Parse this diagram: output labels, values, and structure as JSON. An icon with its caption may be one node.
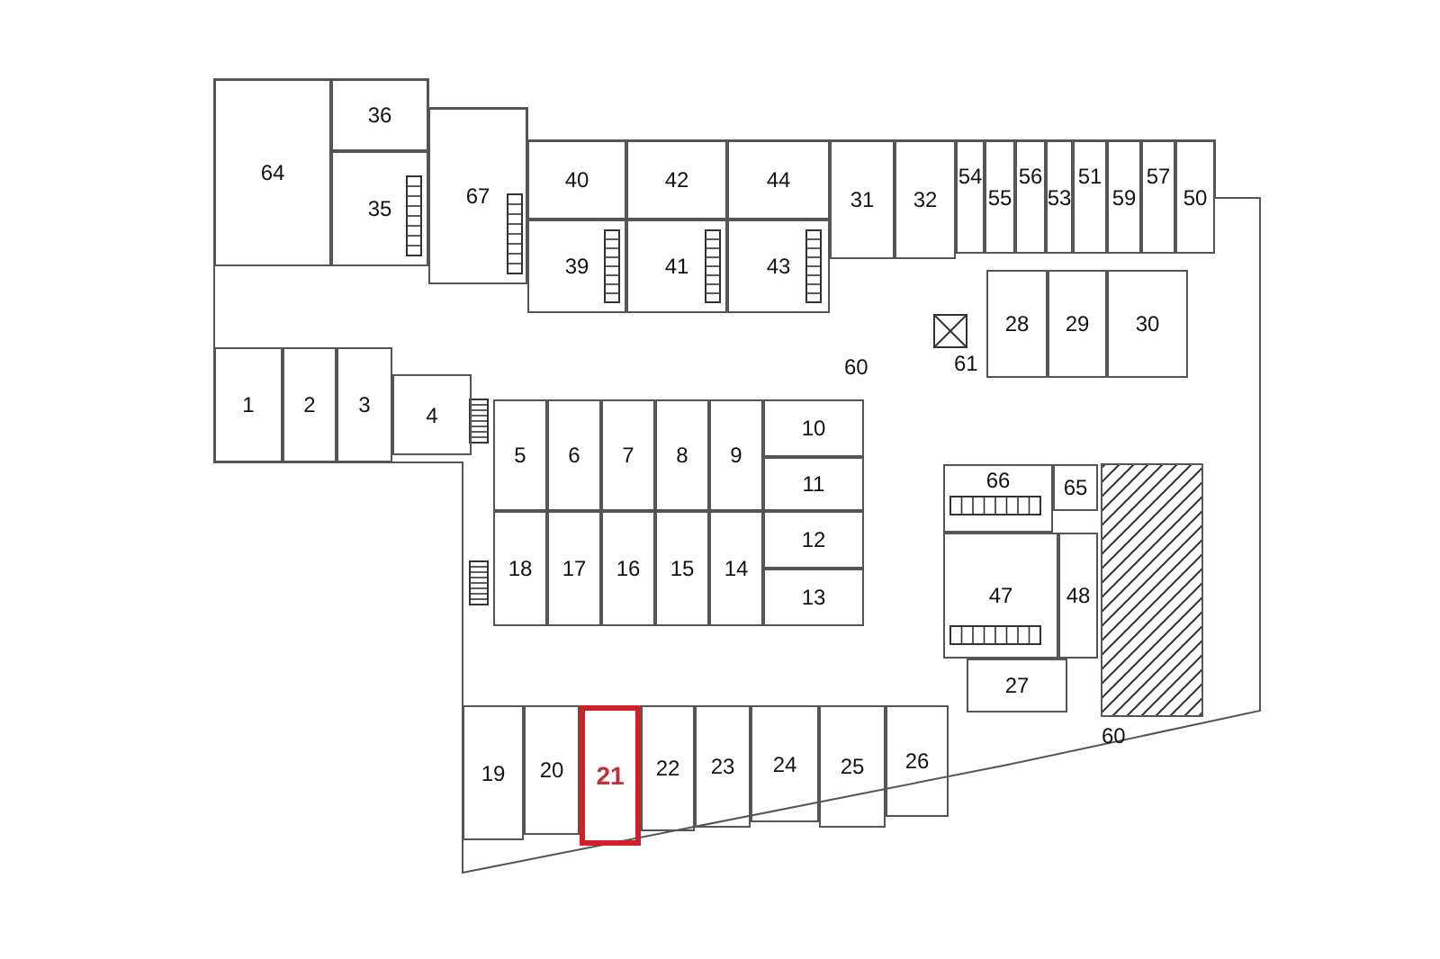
{
  "diagram": {
    "nodes": [
      {
        "text": [
          "64"
        ]
      },
      {
        "text": [
          "36"
        ]
      },
      {
        "text": [
          "35"
        ]
      },
      {
        "text": [
          "67"
        ]
      },
      {
        "text": [
          "40"
        ]
      },
      {
        "text": [
          "42"
        ]
      },
      {
        "text": [
          "44"
        ]
      },
      {
        "text": [
          "39"
        ]
      },
      {
        "text": [
          "41"
        ]
      },
      {
        "text": [
          "43"
        ]
      },
      {
        "text": [
          "31"
        ]
      },
      {
        "text": [
          "32"
        ]
      },
      {
        "text": [
          "54"
        ]
      },
      {
        "text": [
          "55"
        ]
      },
      {
        "text": [
          "56"
        ]
      },
      {
        "text": [
          "53"
        ]
      },
      {
        "text": [
          "51"
        ]
      },
      {
        "text": [
          "59"
        ]
      },
      {
        "text": [
          "57"
        ]
      },
      {
        "text": [
          "50"
        ]
      },
      {
        "text": [
          "28"
        ]
      },
      {
        "text": [
          "29"
        ]
      },
      {
        "text": [
          "30"
        ]
      },
      {
        "text": [
          "1"
        ]
      },
      {
        "text": [
          "2"
        ]
      },
      {
        "text": [
          "3"
        ]
      },
      {
        "text": [
          "4"
        ]
      },
      {
        "text": [
          "5"
        ]
      },
      {
        "text": [
          "6"
        ]
      },
      {
        "text": [
          "7"
        ]
      },
      {
        "text": [
          "8"
        ]
      },
      {
        "text": [
          "9"
        ]
      },
      {
        "text": [
          "10"
        ]
      },
      {
        "text": [
          "11"
        ]
      },
      {
        "text": [
          "18"
        ]
      },
      {
        "text": [
          "17"
        ]
      },
      {
        "text": [
          "16"
        ]
      },
      {
        "text": [
          "15"
        ]
      },
      {
        "text": [
          "14"
        ]
      },
      {
        "text": [
          "12"
        ]
      },
      {
        "text": [
          "13"
        ]
      },
      {
        "text": [
          "66"
        ]
      },
      {
        "text": [
          "65"
        ]
      },
      {
        "text": [
          "47"
        ]
      },
      {
        "text": [
          "48"
        ]
      },
      {
        "text": [
          "27"
        ]
      },
      {
        "text": [
          "19"
        ]
      },
      {
        "text": [
          "20"
        ]
      },
      {
        "text": [
          "21"
        ]
      },
      {
        "text": [
          "22"
        ]
      },
      {
        "text": [
          "23"
        ]
      },
      {
        "text": [
          "24"
        ]
      },
      {
        "text": [
          "25"
        ]
      },
      {
        "text": [
          "26"
        ]
      }
    ],
    "labels": [
      "60",
      "61",
      "60"
    ]
  }
}
